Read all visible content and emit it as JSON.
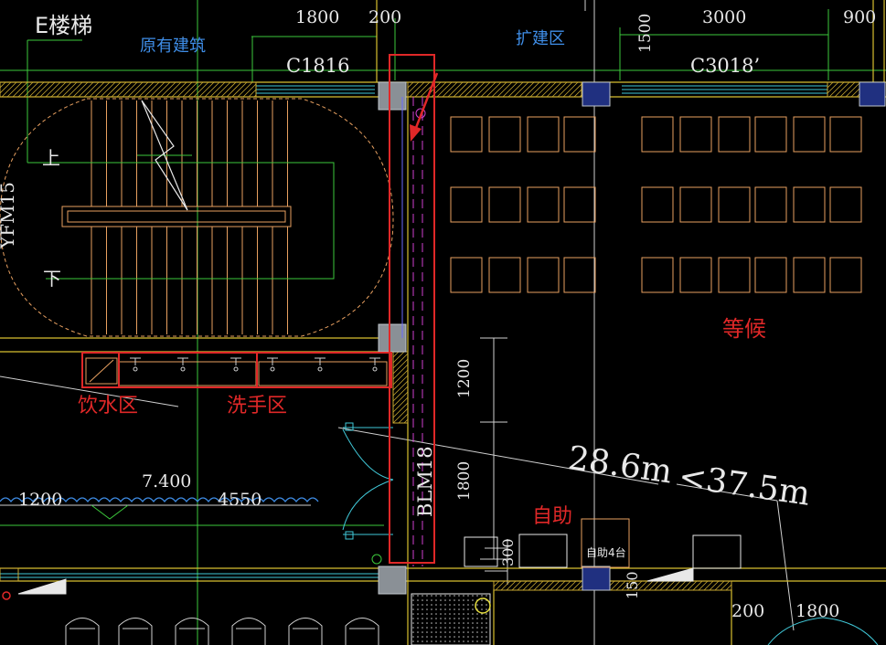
{
  "labels": {
    "stair_title": "E楼梯",
    "original_building": "原有建筑",
    "extension_area": "扩建区",
    "dim_1800_top": "1800",
    "dim_200_top": "200",
    "dim_1500": "1500",
    "dim_3000": "3000",
    "dim_900": "900",
    "window_c1816": "C1816",
    "window_c3018": "C3018’",
    "stair_up": "上",
    "stair_down": "下",
    "door_yfm15": "YFM15",
    "waiting": "等候",
    "drinking_area": "饮水区",
    "handwash_area": "洗手区",
    "dim_1200_vert": "1200",
    "dim_1800_vert": "1800",
    "door_blm18": "BLM18",
    "distance_28": "28.6m",
    "distance_37": "<37.5m",
    "dim_1200_bottom": "1200",
    "dim_7400": "7.400",
    "dim_4550": "4550",
    "self_service": "自助",
    "self_service_machines": "自助4台",
    "dim_300": "300",
    "dim_150": "150",
    "dim_200_bottom": "200",
    "dim_1800_bottom": "1800"
  },
  "colors": {
    "background": "#000000",
    "annotation_red": "#e02828",
    "label_blue": "#3f8ee8",
    "wall_yellow": "#d8c030",
    "furniture_orange": "#e8a060",
    "axis_green": "#3cc83c",
    "dimension_white": "#e8e8e8",
    "column_gray": "#9aa0a6"
  },
  "icons": [
    "pointer-arrow-icon",
    "stair-break-icon"
  ]
}
